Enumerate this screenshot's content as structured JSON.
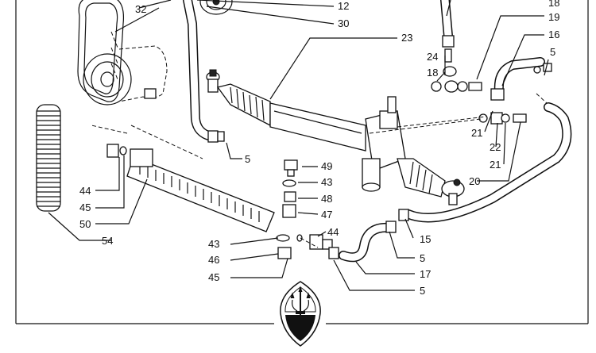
{
  "callouts": {
    "c12": "12",
    "c18a": "18",
    "c19": "19",
    "c16": "16",
    "c5a": "5",
    "c32": "32",
    "c30": "30",
    "c23": "23",
    "c24": "24",
    "c18b": "18",
    "c21a": "21",
    "c22": "22",
    "c21b": "21",
    "c20": "20",
    "c5b": "5",
    "c49": "49",
    "c43a": "43",
    "c48": "48",
    "c47": "47",
    "c44a": "44",
    "c45a": "45",
    "c50": "50",
    "c54": "54",
    "c43b": "43",
    "c46": "46",
    "c45b": "45",
    "c44b": "44",
    "c15": "15",
    "c5c": "5",
    "c17": "17",
    "c5d": "5"
  },
  "logo": {
    "name": "maserati-trident-logo"
  }
}
